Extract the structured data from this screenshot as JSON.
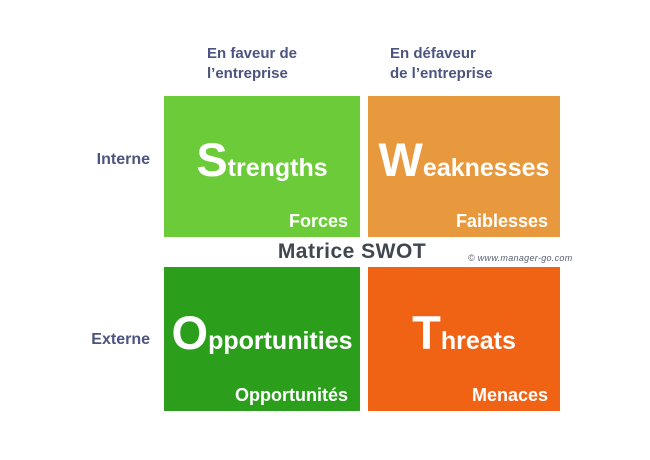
{
  "title": {
    "text": "Matrice SWOT",
    "color": "#414751"
  },
  "credit": {
    "text": "© www.manager-go.com"
  },
  "axis_labels": {
    "top_left": "En faveur de\nl’entreprise",
    "top_right": "En défaveur\nde l’entreprise",
    "left_top": "Interne",
    "left_bottom": "Externe"
  },
  "quadrants": [
    {
      "id": "strengths",
      "initial": "S",
      "rest": "trengths",
      "caption": "Forces",
      "color": "#6CCB38"
    },
    {
      "id": "weaknesses",
      "initial": "W",
      "rest": "eaknesses",
      "caption": "Faiblesses",
      "color": "#E9993D"
    },
    {
      "id": "opportunities",
      "initial": "O",
      "rest": "pportunities",
      "caption": "Opportunités",
      "color": "#2B9E1B"
    },
    {
      "id": "threats",
      "initial": "T",
      "rest": "hreats",
      "caption": "Menaces",
      "color": "#F06314"
    }
  ],
  "colors": {
    "background": "#FFFFFF",
    "axis_label_navy": "#4C547F",
    "title_slate": "#414751",
    "quadrant_text": "#FFFFFF",
    "credit_gray": "#5A6070"
  }
}
